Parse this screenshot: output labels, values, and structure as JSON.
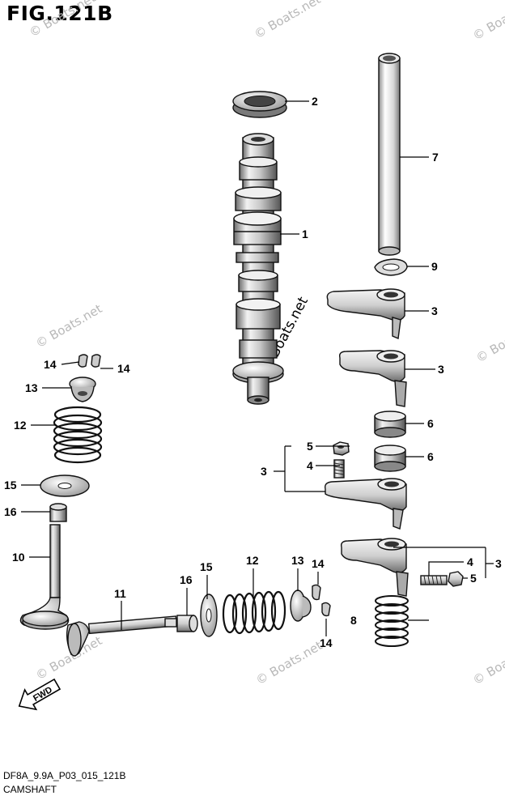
{
  "figure": {
    "title": "FIG.121B",
    "model_code": "DF8A_9.9A_P03_015_121B",
    "section": "CAMSHAFT"
  },
  "watermark": {
    "text": "© Boats.net",
    "center_text": "© Boats.net"
  },
  "direction_indicator": {
    "text": "FWD"
  },
  "callouts": [
    {
      "id": "c1",
      "text": "1"
    },
    {
      "id": "c2",
      "text": "2"
    },
    {
      "id": "c7",
      "text": "7"
    },
    {
      "id": "c9",
      "text": "9"
    },
    {
      "id": "c3a",
      "text": "3"
    },
    {
      "id": "c3b",
      "text": "3"
    },
    {
      "id": "c6a",
      "text": "6"
    },
    {
      "id": "c6b",
      "text": "6"
    },
    {
      "id": "c5a",
      "text": "5"
    },
    {
      "id": "c4a",
      "text": "4"
    },
    {
      "id": "c3c",
      "text": "3"
    },
    {
      "id": "c4b",
      "text": "4"
    },
    {
      "id": "c3d",
      "text": "3"
    },
    {
      "id": "c5b",
      "text": "5"
    },
    {
      "id": "c8",
      "text": "8"
    },
    {
      "id": "c14a",
      "text": "14"
    },
    {
      "id": "c14b",
      "text": "14"
    },
    {
      "id": "c13a",
      "text": "13"
    },
    {
      "id": "c12a",
      "text": "12"
    },
    {
      "id": "c15a",
      "text": "15"
    },
    {
      "id": "c16a",
      "text": "16"
    },
    {
      "id": "c10",
      "text": "10"
    },
    {
      "id": "c11",
      "text": "11"
    },
    {
      "id": "c16b",
      "text": "16"
    },
    {
      "id": "c15b",
      "text": "15"
    },
    {
      "id": "c12b",
      "text": "12"
    },
    {
      "id": "c13b",
      "text": "13"
    },
    {
      "id": "c14c",
      "text": "14"
    },
    {
      "id": "c14d",
      "text": "14"
    }
  ]
}
